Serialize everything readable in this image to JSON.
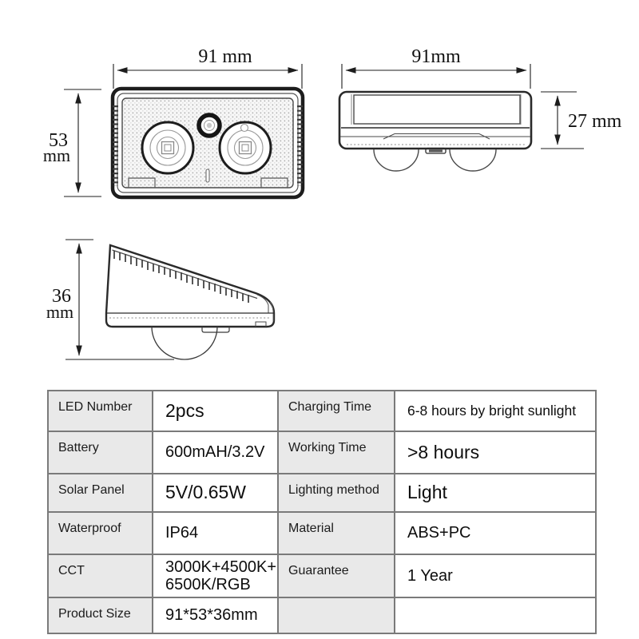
{
  "dimensions": {
    "front_width": "91 mm",
    "front_height_value": "53",
    "front_height_unit": "mm",
    "top_width": "91mm",
    "top_depth": "27 mm",
    "side_height_value": "36",
    "side_height_unit": "mm"
  },
  "table": {
    "rows": [
      {
        "label1": "LED Number",
        "value1": "2pcs",
        "label2": "Charging Time",
        "value2": "6-8 hours by bright sunlight"
      },
      {
        "label1": "Battery",
        "value1": "600mAH/3.2V",
        "label2": "Working Time",
        "value2": ">8 hours"
      },
      {
        "label1": "Solar Panel",
        "value1": "5V/0.65W",
        "label2": "Lighting method",
        "value2": "Light"
      },
      {
        "label1": "Waterproof",
        "value1": "IP64",
        "label2": "Material",
        "value2": "ABS+PC"
      },
      {
        "label1": "CCT",
        "value1": "3000K+4500K+\n6500K/RGB",
        "label2": "Guarantee",
        "value2": "1 Year"
      },
      {
        "label1": "Product Size",
        "value1": "91*53*36mm",
        "label2": "",
        "value2": ""
      }
    ]
  },
  "colors": {
    "line_dark": "#1d1d1d",
    "line_mid": "#4a4a4a",
    "table_border": "#7a7a7a",
    "label_cell_bg": "#e9e9e9",
    "text": "#111111"
  }
}
